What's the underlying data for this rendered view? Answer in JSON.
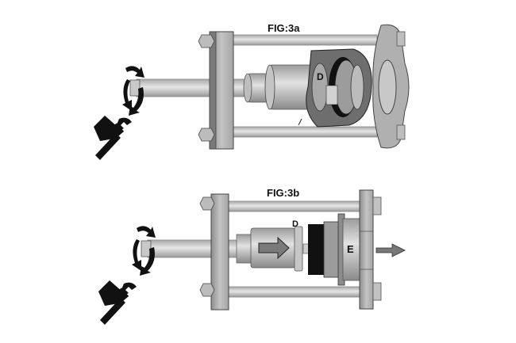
{
  "figures": [
    {
      "id": "3a",
      "title": "FIG:3a",
      "labels": {
        "part_d": "D"
      },
      "description": "Puller frame assembled on hub flange; threaded spindle tightened with wrench to seat adapter D against bearing"
    },
    {
      "id": "3b",
      "title": "FIG:3b",
      "labels": {
        "part_d": "D",
        "part_e": "E"
      },
      "description": "Tightening spindle pushes adapter D forward, pressing bearing out through E in direction of arrow"
    }
  ],
  "icons": {
    "rotation": "rotation-arrows-icon",
    "wrench_hand": "hand-with-wrench-icon",
    "direction": "push-direction-arrow-icon"
  },
  "colors": {
    "frame": "#b8b8b8",
    "frame_dark": "#7a7a7a",
    "rod": "#d0d0d0",
    "outline": "#333333",
    "black": "#111111"
  }
}
